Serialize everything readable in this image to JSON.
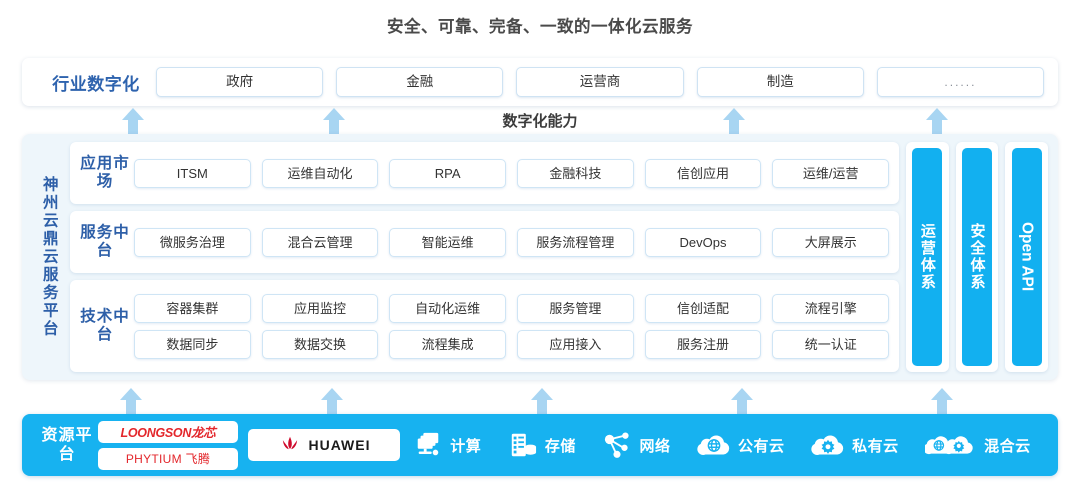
{
  "title": "安全、可靠、完备、一致的一体化云服务",
  "industry": {
    "label": "行业数字化",
    "cards": [
      {
        "label": "政府"
      },
      {
        "label": "金融"
      },
      {
        "label": "运营商"
      },
      {
        "label": "制造"
      },
      {
        "label": "......"
      }
    ]
  },
  "capability_label": "数字化能力",
  "platform": {
    "side_label": "神州云鼎云服务平台",
    "rows": [
      {
        "label": "应用市场",
        "lines": [
          [
            "ITSM",
            "运维自动化",
            "RPA",
            "金融科技",
            "信创应用",
            "运维/运营"
          ]
        ]
      },
      {
        "label": "服务中台",
        "lines": [
          [
            "微服务治理",
            "混合云管理",
            "智能运维",
            "服务流程管理",
            "DevOps",
            "大屏展示"
          ]
        ]
      },
      {
        "label": "技术中台",
        "lines": [
          [
            "容器集群",
            "应用监控",
            "自动化运维",
            "服务管理",
            "信创适配",
            "流程引擎"
          ],
          [
            "数据同步",
            "数据交换",
            "流程集成",
            "应用接入",
            "服务注册",
            "统一认证"
          ]
        ]
      }
    ],
    "pillars": [
      {
        "label": "运营体系",
        "latin": false
      },
      {
        "label": "安全体系",
        "latin": false
      },
      {
        "label": "Open API",
        "latin": true
      }
    ]
  },
  "resource": {
    "label": "资源平台",
    "logos": [
      {
        "name": "loongson",
        "text": "LOONGSON龙芯"
      },
      {
        "name": "phytium",
        "text": "PHYTIUM 飞腾"
      },
      {
        "name": "huawei",
        "text": "HUAWEI"
      }
    ],
    "items": [
      {
        "icon": "compute-icon",
        "label": "计算"
      },
      {
        "icon": "storage-icon",
        "label": "存储"
      },
      {
        "icon": "network-icon",
        "label": "网络"
      },
      {
        "icon": "public-cloud-icon",
        "label": "公有云"
      },
      {
        "icon": "private-cloud-icon",
        "label": "私有云"
      },
      {
        "icon": "hybrid-cloud-icon",
        "label": "混合云"
      }
    ]
  },
  "colors": {
    "brand_blue": "#17b2f0",
    "pillar_blue": "#12b0f0",
    "label_blue": "#2d5fa8",
    "arrow_blue": "#a8d5f2",
    "panel_bg": "#eef6fb",
    "chip_border": "#cfe5f5",
    "logo_red": "#e3262b",
    "title_gray": "#4a4a4a"
  },
  "arrows": {
    "upper_x": [
      122,
      323,
      723,
      926
    ],
    "lower_x": [
      120,
      321,
      531,
      731,
      931
    ]
  }
}
